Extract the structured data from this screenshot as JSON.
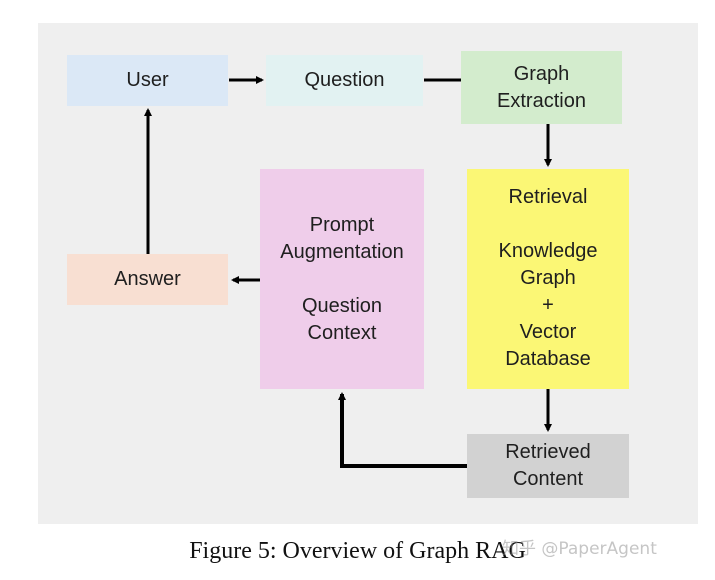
{
  "diagram": {
    "nodes": {
      "user": "User",
      "question": "Question",
      "graph_extraction": "Graph\nExtraction",
      "answer": "Answer",
      "prompt": {
        "line1": "Prompt\nAugmentation",
        "line2": "Question\nContext"
      },
      "retrieval": {
        "title": "Retrieval",
        "body": "Knowledge\nGraph\n+\nVector\nDatabase"
      },
      "retrieved_content": "Retrieved\nContent"
    },
    "colors": {
      "panel": "#efefef",
      "user": "#dbe8f6",
      "question": "#e2f2f2",
      "graph_extraction": "#d3eccd",
      "answer": "#f8dfd2",
      "prompt": "#efcdea",
      "retrieval": "#fbf775",
      "retrieved_content": "#d2d2d2",
      "arrow": "#000000"
    },
    "edges": [
      {
        "from": "User",
        "to": "Question"
      },
      {
        "from": "Question",
        "to": "Graph Extraction"
      },
      {
        "from": "Graph Extraction",
        "to": "Retrieval"
      },
      {
        "from": "Retrieval",
        "to": "Retrieved Content"
      },
      {
        "from": "Retrieved Content",
        "to": "Prompt Augmentation"
      },
      {
        "from": "Prompt Augmentation",
        "to": "Answer"
      },
      {
        "from": "Answer",
        "to": "User"
      }
    ]
  },
  "caption": "Figure 5: Overview of Graph RAG",
  "watermark": "知乎 @PaperAgent"
}
